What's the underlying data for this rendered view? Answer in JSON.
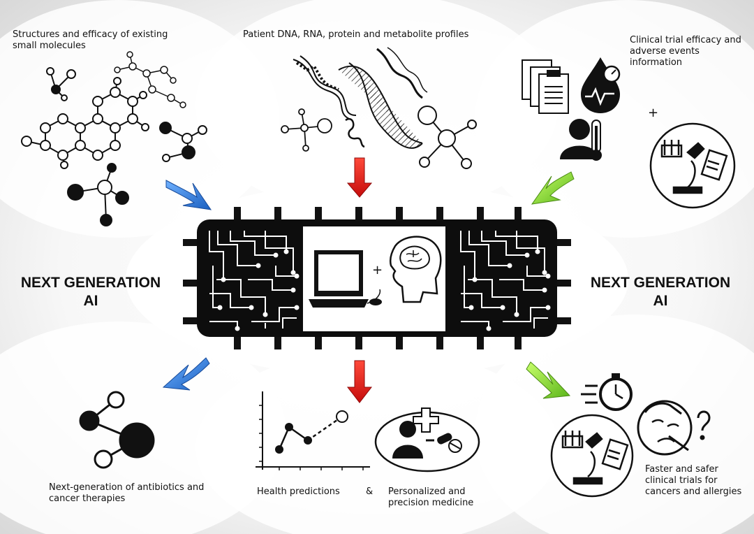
{
  "labels": {
    "top_left": "Structures and efficacy of existing small molecules",
    "top_center": "Patient DNA, RNA, protein and metabolite profiles",
    "top_right": "Clinical trial efficacy and adverse events information",
    "plus_top_right": "+",
    "ai_left_line1": "NEXT GENERATION",
    "ai_left_line2": "AI",
    "ai_right_line1": "NEXT GENERATION",
    "ai_right_line2": "AI",
    "chip_plus": "+",
    "bottom_left": "Next-generation of antibiotics and cancer therapies",
    "bottom_center_left": "Health predictions",
    "ampersand": "&",
    "bottom_center_right": "Personalized and precision medicine",
    "bottom_right": "Faster and safer clinical trials for cancers and allergies"
  },
  "colors": {
    "arrow_blue": "#2a78d8",
    "arrow_red": "#e01a1a",
    "arrow_green": "#7bd32a",
    "chip": "#0d0d0d",
    "ink": "#111111"
  },
  "icons": [
    "molecule-icon",
    "dna-helix-icon",
    "clipboard-icon",
    "blood-drop-icon",
    "thermometer-person-icon",
    "lab-icon",
    "laptop-icon",
    "brain-head-icon",
    "stopwatch-icon",
    "sick-face-icon",
    "doctor-pill-icon",
    "line-graph-icon"
  ]
}
